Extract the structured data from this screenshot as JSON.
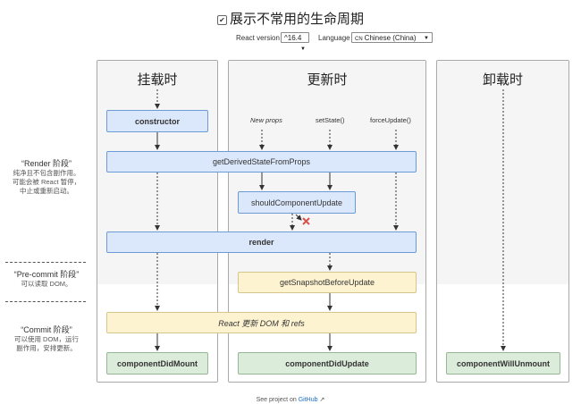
{
  "header": {
    "title": "展示不常用的生命周期",
    "react_version_label": "React version",
    "react_version_value": "^16.4",
    "language_label": "Language",
    "language_flag": "CN",
    "language_value": "Chinese (China)"
  },
  "columns": {
    "mounting": {
      "title": "挂载时"
    },
    "updating": {
      "title": "更新时"
    },
    "unmounting": {
      "title": "卸载时"
    }
  },
  "triggers": {
    "new_props": "New props",
    "set_state": "setState()",
    "force_update": "forceUpdate()"
  },
  "methods": {
    "constructor": "constructor",
    "get_derived_state": "getDerivedStateFromProps",
    "should_component_update": "shouldComponentUpdate",
    "render": "render",
    "get_snapshot": "getSnapshotBeforeUpdate",
    "react_updates_dom": "React 更新 DOM 和 refs",
    "component_did_mount": "componentDidMount",
    "component_did_update": "componentDidUpdate",
    "component_will_unmount": "componentWillUnmount"
  },
  "phases": {
    "render": {
      "title": "“Render 阶段”",
      "desc": [
        "纯净且不包含副作用。",
        "可能会被 React 暂停，",
        "中止或重新启动。"
      ]
    },
    "precommit": {
      "title": "“Pre-commit 阶段”",
      "desc": [
        "可以读取 DOM。"
      ]
    },
    "commit": {
      "title": "“Commit 阶段”",
      "desc": [
        "可以使用 DOM，运行",
        "副作用，安排更新。"
      ]
    }
  },
  "footer": {
    "prefix": "See project on",
    "link": "GitHub"
  },
  "colors": {
    "blue_box": "#dbe8fb",
    "yellow_box": "#fdf3d1",
    "green_box": "#dcecdb",
    "cancel_x": "#d9534f"
  }
}
